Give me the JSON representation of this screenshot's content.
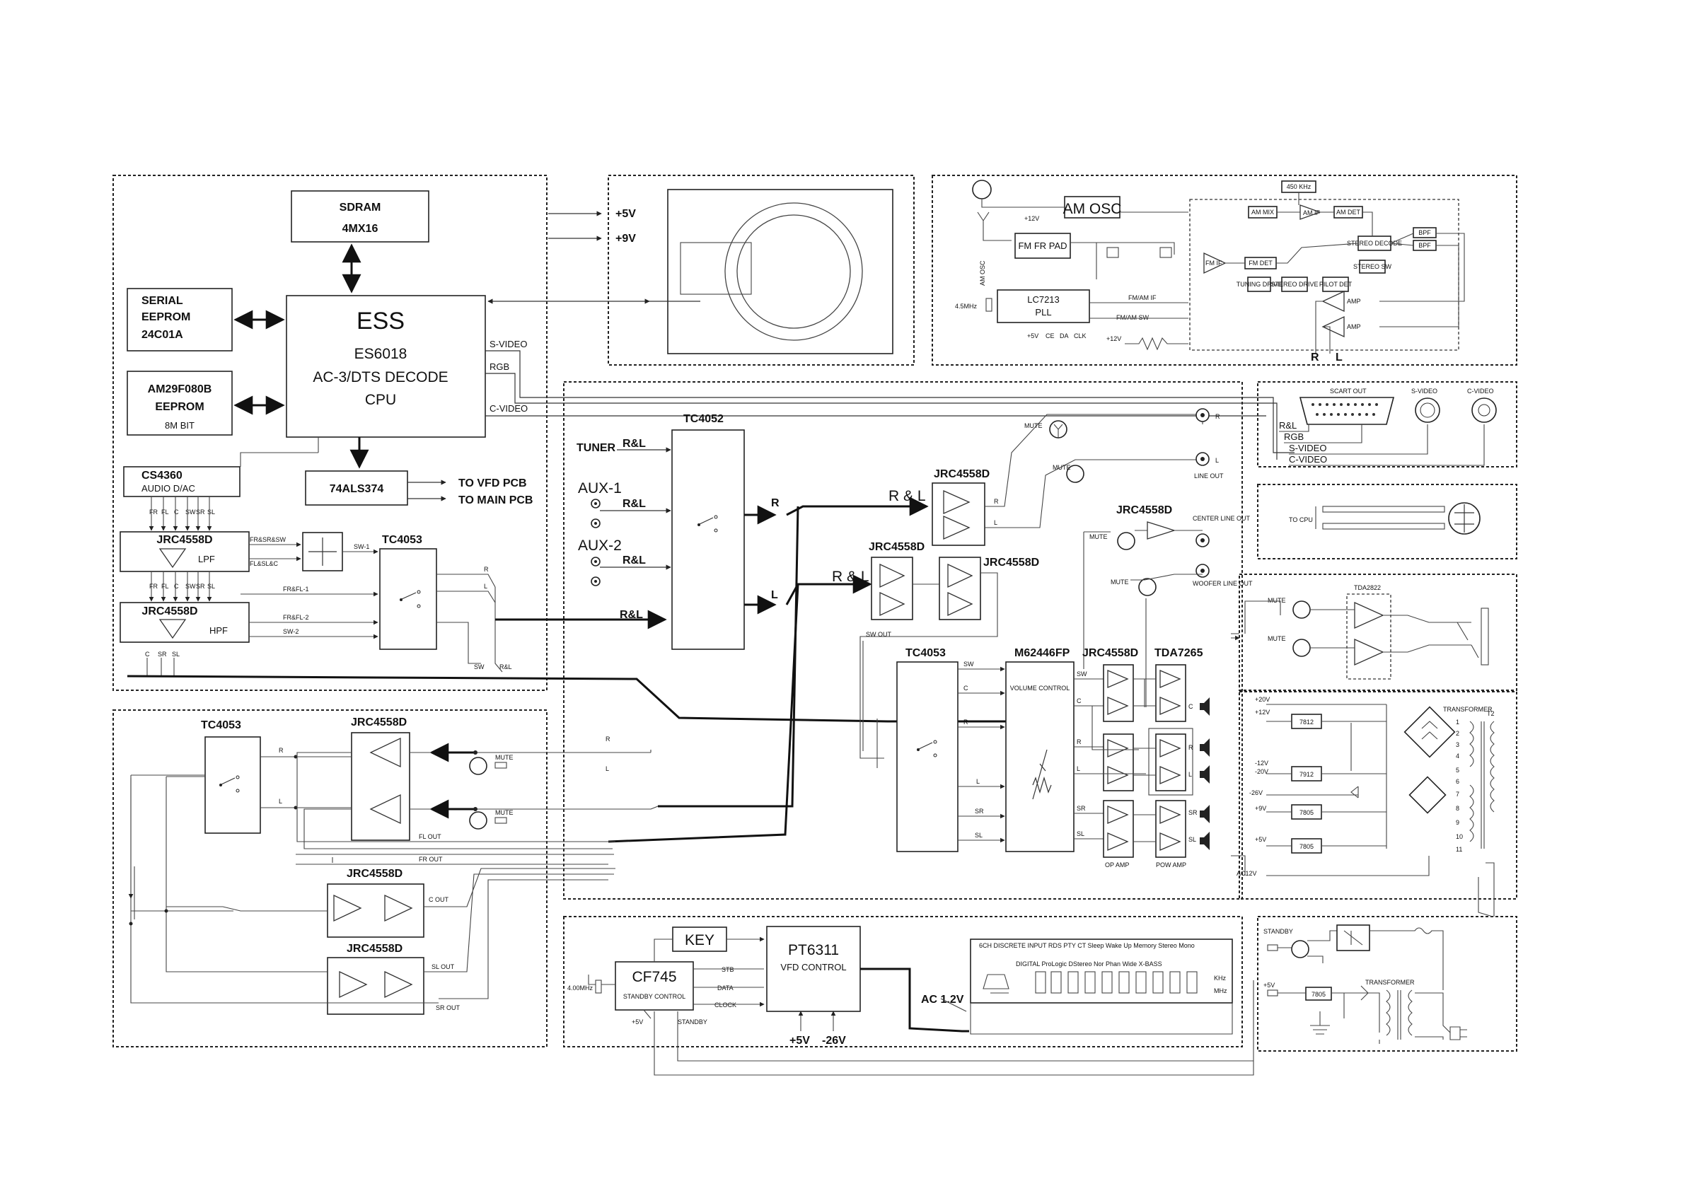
{
  "decoder": {
    "sdram": [
      "SDRAM",
      "4MX16"
    ],
    "serial_eeprom": [
      "SERIAL",
      "EEPROM",
      "24C01A"
    ],
    "flash": [
      "AM29F080B",
      "EEPROM",
      "8M BIT"
    ],
    "cpu": [
      "ESS",
      "ES6018",
      "AC-3/DTS DECODE",
      "CPU"
    ],
    "outputs": [
      "S-VIDEO",
      "RGB",
      "C-VIDEO"
    ],
    "dac": [
      "CS4360",
      "AUDIO D/AC"
    ],
    "latch": "74ALS374",
    "to_vfd": "TO VFD PCB",
    "to_main": "TO MAIN PCB",
    "dac_pins": [
      "FR",
      "FL",
      "C",
      "SW",
      "SR",
      "SL"
    ],
    "lpf": [
      "JRC4558D",
      "LPF"
    ],
    "hpf": [
      "JRC4558D",
      "HPF"
    ],
    "sum_in": [
      "FR&SR&SW",
      "FL&SL&C"
    ],
    "sw1": "SW-1",
    "sw2": "SW-2",
    "frfl1": "FR&FL-1",
    "frfl2": "FR&FL-2",
    "switch": "TC4053",
    "bottom_pins": [
      "C",
      "SR",
      "SL"
    ],
    "sw_label": "SW",
    "rl_label": "R&L",
    "sw_r": "R",
    "sw_l": "L"
  },
  "power_in": [
    "+5V",
    "+9V"
  ],
  "tuner": {
    "am_osc": "AM OSC",
    "fm_rf": "FM FR PAD",
    "pll": [
      "LC7213",
      "PLL"
    ],
    "v12": "+12V",
    "am_osc_small": "AM OSC",
    "xtal": "4.5MHz",
    "pll_pins": [
      "+5V",
      "CE",
      "DA",
      "CLK"
    ],
    "fm_am_if": "FM/AM IF",
    "fm_am_sw": "FM/AM SW",
    "v12b": "+12V",
    "ic_blocks": [
      "AM MIX",
      "450 KHz",
      "AM IF",
      "AM DET",
      "FM IF",
      "FM DET",
      "TUNING DRIVE",
      "STEREO DRIVE",
      "PILOT DET",
      "STEREO DECODE",
      "STEREO SW",
      "AMP",
      "AMP",
      "BPF",
      "BPF"
    ],
    "out_r": "R",
    "out_l": "L"
  },
  "input": {
    "tuner": "TUNER",
    "aux1": "AUX-1",
    "aux2": "AUX-2",
    "rl": "R&L",
    "selector": "TC4052",
    "r": "R",
    "l": "L",
    "rl_wire": "R & L"
  },
  "line_out": {
    "ic": "JRC4558D",
    "r": "R",
    "l": "L",
    "mute": "MUTE",
    "jack_r": "R",
    "jack_l": "L",
    "label": "LINE OUT"
  },
  "center_woofer": {
    "ic": "JRC4558D",
    "mute": "MUTE",
    "center": "CENTER LINE OUT",
    "woofer": "WOOFER LINE OUT"
  },
  "mid_amp": [
    "JRC4558D",
    "JRC4558D"
  ],
  "main": {
    "sw_out": "SW OUT",
    "switch": "TC4053",
    "switch_pins": [
      "SW",
      "C",
      "R",
      "L",
      "SR",
      "SL"
    ],
    "volume": [
      "M62446FP",
      "VOLUME CONTROL"
    ],
    "vol_pins": [
      "SW",
      "C",
      "R",
      "L",
      "SR",
      "SL"
    ],
    "op_amp_ic": "JRC4558D",
    "power_amp_ic": "TDA7265",
    "op_amp": "OP AMP",
    "pow_amp": "POW AMP",
    "spk": [
      "C",
      "R",
      "L",
      "SR",
      "SL"
    ],
    "r": "R",
    "l": "L"
  },
  "video_out": {
    "scart": "SCART OUT",
    "svideo": "S-VIDEO",
    "cvideo": "C-VIDEO",
    "lines": [
      "R&L",
      "RGB",
      "S-VIDEO",
      "C-VIDEO"
    ]
  },
  "cpu_conn": "TO CPU",
  "headphone": {
    "ic": "TDA2822",
    "mute": "MUTE"
  },
  "power": {
    "rails": [
      "+20V",
      "+12V",
      "-12V",
      "-20V",
      "-26V",
      "+9V",
      "+5V",
      "AC12V"
    ],
    "regs": [
      "7812",
      "7912",
      "7805",
      "7805"
    ],
    "transformer": "TRANSFORMER",
    "t2": "T2",
    "pins": [
      "1",
      "2",
      "3",
      "4",
      "5",
      "6",
      "7",
      "8",
      "9",
      "10",
      "11"
    ]
  },
  "post": {
    "tc4053": "TC4053",
    "buffer": "JRC4558D",
    "r": "R",
    "l": "L",
    "mute": "MUTE",
    "r_in": "R",
    "l_in": "L",
    "fl_out": "FL OUT",
    "fr_out": "FR OUT",
    "c_buf": "JRC4558D",
    "c_out": "C OUT",
    "s_buf": "JRC4558D",
    "sl_out": "SL OUT",
    "sr_out": "SR OUT"
  },
  "front": {
    "key": "KEY",
    "mcu": [
      "CF745",
      "STANDBY CONTROL"
    ],
    "xtal": "4.00MHz",
    "vfd_ctrl": [
      "PT6311",
      "VFD CONTROL"
    ],
    "signals": [
      "STB",
      "DATA",
      "CLOCK"
    ],
    "v5": "+5V",
    "standby": "STANDBY",
    "v5b": "+5V",
    "v26": "-26V",
    "ac": "AC 1.2V",
    "vfd_top": "6CH DISCRETE INPUT  RDS  PTY  CT  Sleep  Wake Up  Memory  Stereo  Mono",
    "vfd_mid": "DIGITAL  ProLogic  DStereo  Nor  Phan  Wide  X-BASS",
    "vfd_side": [
      "KHz",
      "MHz"
    ]
  },
  "standby": {
    "label": "STANDBY",
    "v5": "+5V",
    "reg": "7805",
    "transformer": "TRANSFORMER"
  }
}
